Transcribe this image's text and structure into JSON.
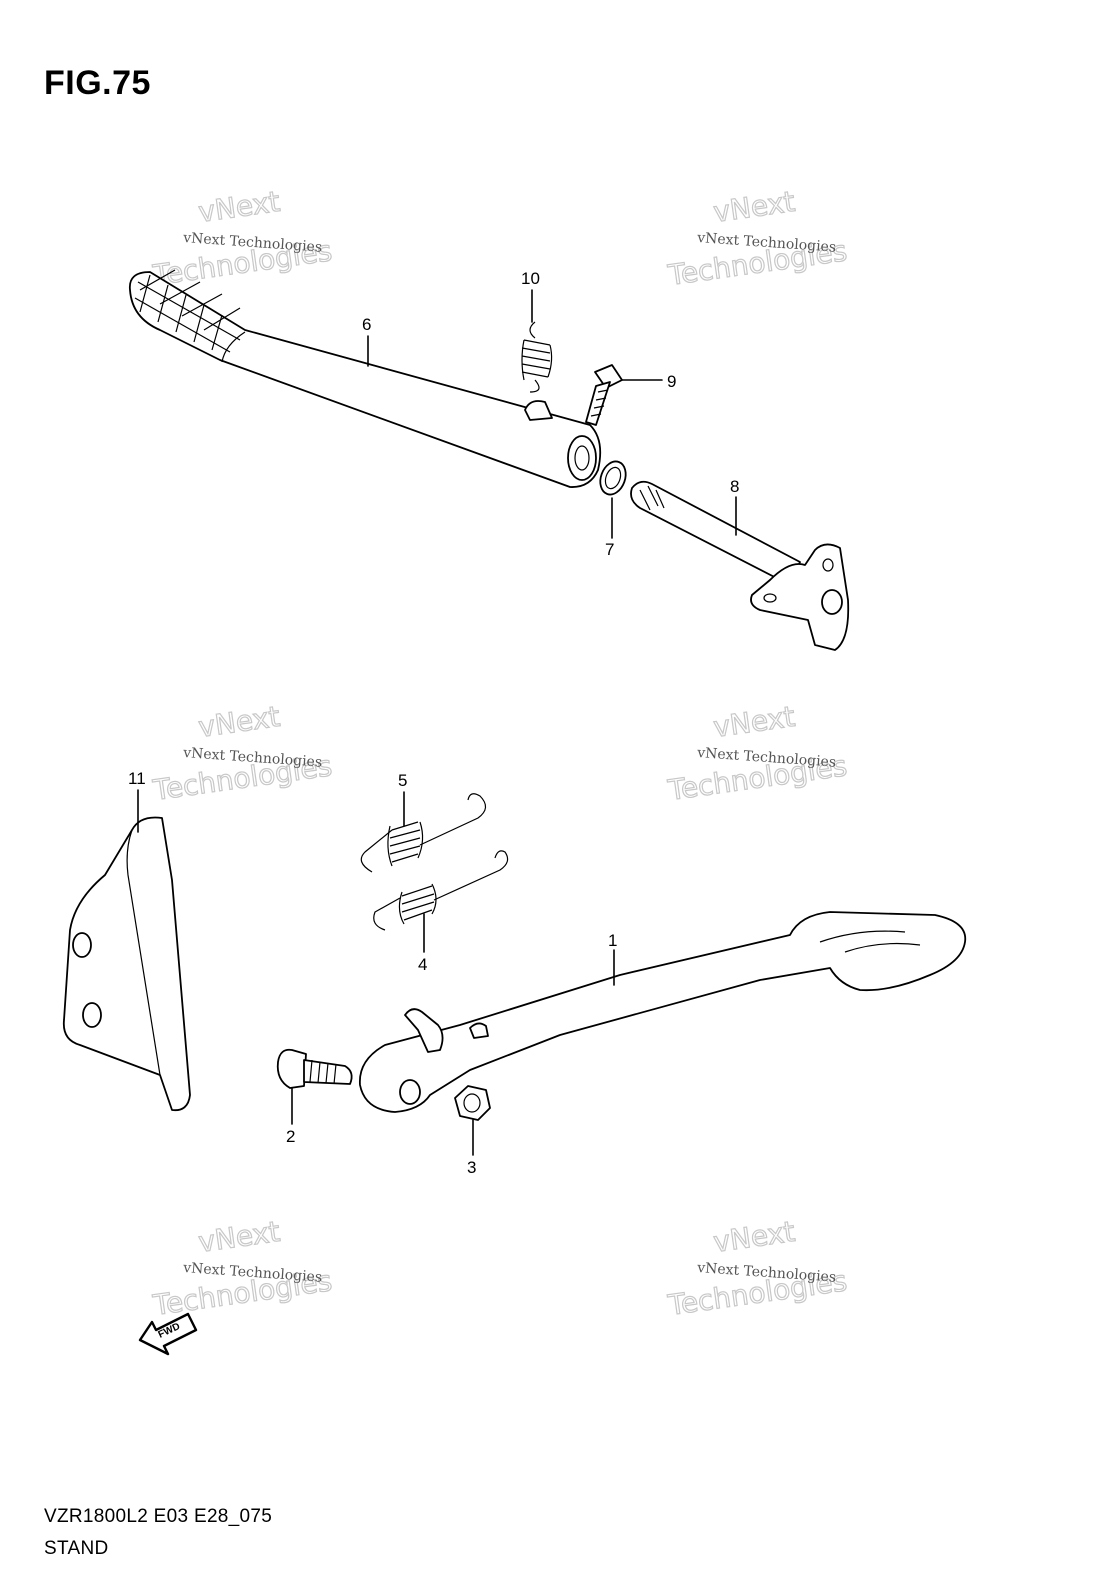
{
  "figure_title": "FIG.75",
  "footer_code": "VZR1800L2 E03 E28_075",
  "footer_name": "STAND",
  "watermark": {
    "small": "vNext Technologies",
    "big": "Technologies",
    "top": "vNext"
  },
  "fwd_label": "FWD",
  "callouts": {
    "c1": "1",
    "c2": "2",
    "c3": "3",
    "c4": "4",
    "c5": "5",
    "c6": "6",
    "c7": "7",
    "c8": "8",
    "c9": "9",
    "c10": "10",
    "c11": "11"
  }
}
